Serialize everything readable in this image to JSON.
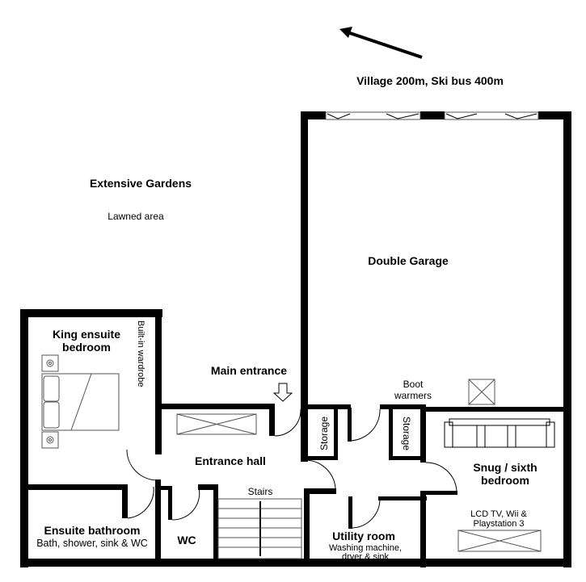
{
  "direction_note": "Village 200m, Ski bus 400m",
  "gardens": {
    "title": "Extensive Gardens",
    "subtitle": "Lawned area"
  },
  "rooms": {
    "garage": "Double Garage",
    "king_bedroom_line1": "King ensuite",
    "king_bedroom_line2": "bedroom",
    "wardrobe": "Built-in wardrobe",
    "main_entrance": "Main entrance",
    "entrance_hall": "Entrance hall",
    "stairs": "Stairs",
    "ensuite": "Ensuite bathroom",
    "ensuite_note": "Bath, shower, sink & WC",
    "wc": "WC",
    "storage1": "Storage",
    "storage2": "Storage",
    "boot_line1": "Boot",
    "boot_line2": "warmers",
    "snug_line1": "Snug / sixth",
    "snug_line2": "bedroom",
    "tv_line1": "LCD TV, Wii &",
    "tv_line2": "Playstation 3",
    "utility": "Utility room",
    "utility_note1": "Washing machine,",
    "utility_note2": "dryer & sink"
  },
  "icons": {
    "north_arrow": "arrow-icon",
    "entrance_arrow": "down-arrow-icon"
  }
}
